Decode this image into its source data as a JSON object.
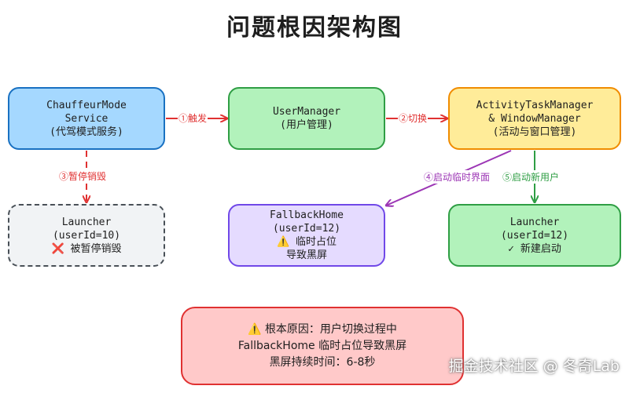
{
  "title": "问题根因架构图",
  "nodes": {
    "chauffeur": {
      "line1": "ChauffeurMode",
      "line2": "Service",
      "line3": "(代驾模式服务)"
    },
    "usermanager": {
      "line1": "UserManager",
      "line2": "(用户管理)"
    },
    "atm": {
      "line1": "ActivityTaskManager",
      "line2": "& WindowManager",
      "line3": "(活动与窗口管理)"
    },
    "launcher10": {
      "line1": "Launcher",
      "line2": "(userId=10)",
      "status_icon": "❌",
      "status": "被暂停销毁"
    },
    "fallback": {
      "line1": "FallbackHome",
      "line2": "(userId=12)",
      "warn_icon": "⚠️",
      "line3": "临时占位",
      "line4": "导致黑屏"
    },
    "launcher12": {
      "line1": "Launcher",
      "line2": "(userId=12)",
      "status": "✓ 新建启动"
    }
  },
  "edges": {
    "e1": "①触发",
    "e2": "②切换",
    "e3": "③暂停销毁",
    "e4": "④启动临时界面",
    "e5": "⑤启动新用户"
  },
  "root_cause": {
    "icon": "⚠️",
    "line1": "根本原因：用户切换过程中",
    "line2": "FallbackHome 临时占位导致黑屏",
    "line3": "黑屏持续时间：6-8秒"
  },
  "watermark": "掘金技术社区 @ 冬奇Lab",
  "colors": {
    "blue_fill": "#a5d8ff",
    "blue_stroke": "#1971c2",
    "green_fill": "#b2f2bb",
    "green_stroke": "#2f9e44",
    "orange_fill": "#ffec99",
    "orange_stroke": "#f08c00",
    "gray_fill": "#f1f3f5",
    "gray_stroke": "#495057",
    "purple_fill": "#e5dbff",
    "purple_stroke": "#7048e8",
    "red_fill": "#ffc9c9",
    "red_stroke": "#e03131"
  }
}
